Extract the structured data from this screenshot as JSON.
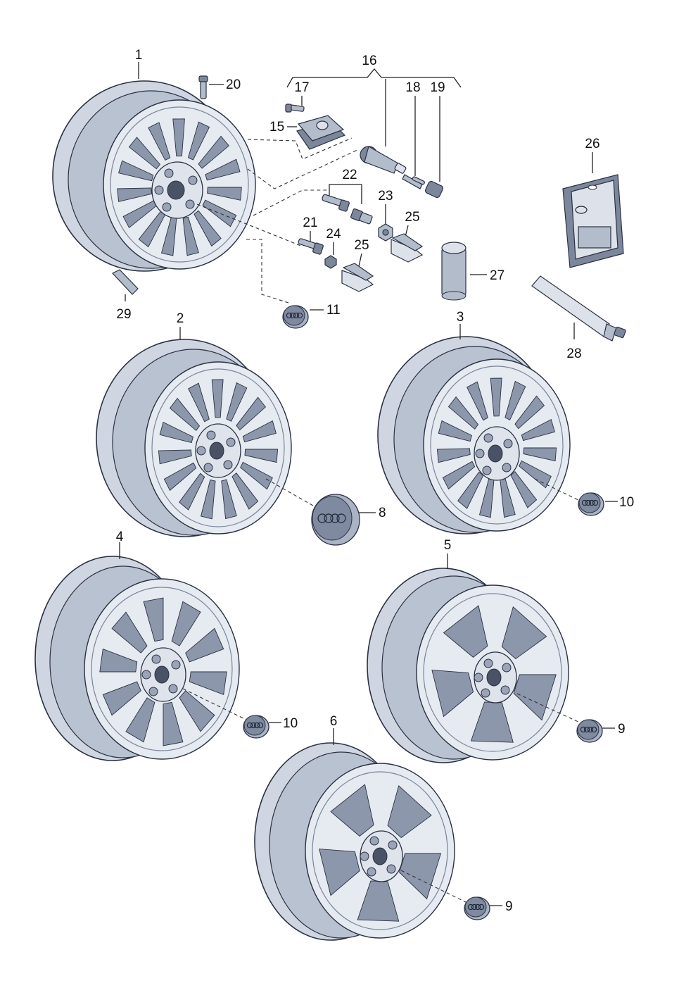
{
  "callouts": {
    "n1": "1",
    "n2": "2",
    "n3": "3",
    "n4": "4",
    "n5": "5",
    "n6": "6",
    "n8": "8",
    "n9a": "9",
    "n9b": "9",
    "n10a": "10",
    "n10b": "10",
    "n11": "11",
    "n15": "15",
    "n16": "16",
    "n17": "17",
    "n18": "18",
    "n19": "19",
    "n20": "20",
    "n21": "21",
    "n22": "22",
    "n23": "23",
    "n24": "24",
    "n25a": "25",
    "n25b": "25",
    "n26": "26",
    "n27": "27",
    "n28": "28",
    "n29": "29"
  },
  "colors": {
    "metal_light": "#e6eaf1",
    "metal_mid": "#cfd6e2",
    "metal_dark": "#8c97ab",
    "outline": "#2a3142"
  },
  "icons": {
    "wheel": "alloy-wheel-icon",
    "hub_cap": "hub-cap-icon",
    "tpms_sensor": "tyre-pressure-sensor-icon",
    "valve": "valve-stem-icon",
    "bolt": "wheel-bolt-icon",
    "repair_kit": "repair-kit-icon",
    "tube": "paste-tube-icon",
    "can": "can-icon"
  }
}
